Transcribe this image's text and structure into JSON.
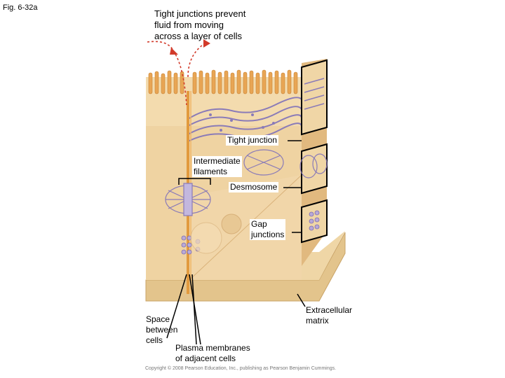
{
  "figure_label": "Fig. 6-32a",
  "caption": "Tight junctions prevent\nfluid from moving\nacross a layer of cells",
  "labels": {
    "tight_junction": "Tight junction",
    "intermediate_filaments": "Intermediate\nfilaments",
    "desmosome": "Desmosome",
    "gap_junctions": "Gap\njunctions",
    "extracellular_matrix": "Extracellular\nmatrix",
    "space_between_cells": "Space\nbetween\ncells",
    "plasma_membranes": "Plasma membranes\nof adjacent cells"
  },
  "copyright": "Copyright © 2008 Pearson Education, Inc., publishing as Pearson Benjamin Cummings.",
  "colors": {
    "cell_front": "#eecf9c",
    "cell_side": "#e2bc84",
    "matrix": "#e8cf98",
    "membrane": "#e29a3e",
    "junction_purple": "#8a7bb8",
    "fluid_arrow": "#d23a2a"
  }
}
